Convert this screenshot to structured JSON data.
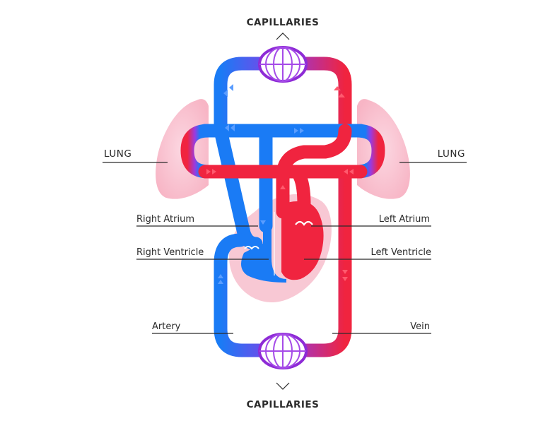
{
  "labels": {
    "capillaries_top": "CAPILLARIES",
    "capillaries_bottom": "CAPILLARIES",
    "lung_left": "LUNG",
    "lung_right": "LUNG",
    "right_atrium": "Right Atrium",
    "right_ventricle": "Right Ventricle",
    "left_atrium": "Left Atrium",
    "left_ventricle": "Left Ventricle",
    "artery": "Artery",
    "vein": "Vein"
  },
  "colors": {
    "deoxygenated": "#1a7bf5",
    "oxygenated": "#f0243f",
    "capillary": "#8e2bd6",
    "lung": "#f8b6c6",
    "heart_bg": "#f7c2cf"
  }
}
